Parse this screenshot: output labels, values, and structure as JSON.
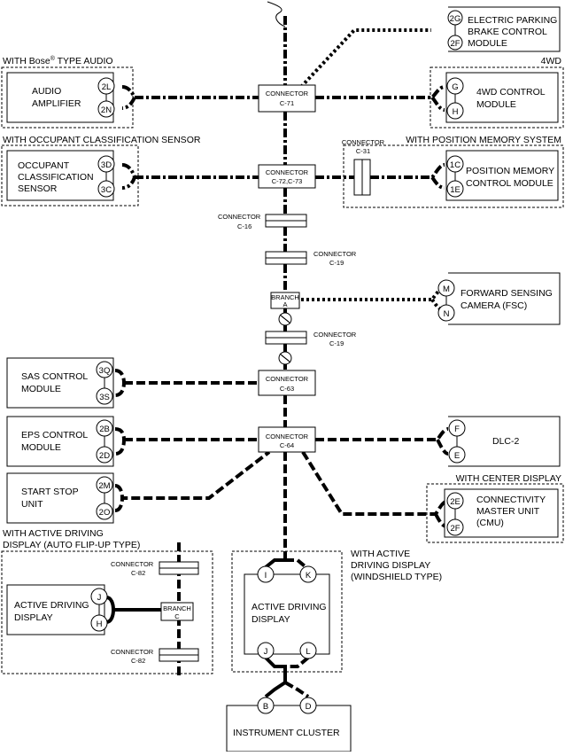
{
  "labels": {
    "epb": [
      "ELECTRIC PARKING",
      "BRAKE CONTROL",
      "MODULE"
    ],
    "epb_pins": [
      "2G",
      "2F"
    ],
    "bose_group": "WITH Bose",
    "bose_sup": "®",
    "bose_group2": " TYPE AUDIO",
    "audio": [
      "AUDIO",
      "AMPLIFIER"
    ],
    "audio_pins": [
      "2L",
      "2N"
    ],
    "c71": [
      "CONNECTOR",
      "C-71"
    ],
    "fourwd_group": "4WD",
    "fourwd": [
      "4WD CONTROL",
      "MODULE"
    ],
    "fourwd_pins": [
      "G",
      "H"
    ],
    "ocs_group": "WITH OCCUPANT CLASSIFICATION SENSOR",
    "ocs": [
      "OCCUPANT",
      "CLASSIFICATION",
      "SENSOR"
    ],
    "ocs_pins": [
      "3D",
      "3C"
    ],
    "c72": [
      "CONNECTOR",
      "C-72,C-73"
    ],
    "c31": [
      "CONNECTOR",
      "C-31"
    ],
    "pm_group": "WITH POSITION MEMORY SYSTEM",
    "pm": [
      "POSITION MEMORY",
      "CONTROL MODULE"
    ],
    "pm_pins": [
      "1C",
      "1E"
    ],
    "c16": [
      "CONNECTOR",
      "C-16"
    ],
    "c19a": [
      "CONNECTOR",
      "C-19"
    ],
    "brancha": [
      "BRANCH",
      "A"
    ],
    "fsc": [
      "FORWARD SENSING",
      "CAMERA (FSC)"
    ],
    "fsc_pins": [
      "M",
      "N"
    ],
    "c19b": [
      "CONNECTOR",
      "C-19"
    ],
    "sas": [
      "SAS CONTROL",
      "MODULE"
    ],
    "sas_pins": [
      "3Q",
      "3S"
    ],
    "c63": [
      "CONNECTOR",
      "C-63"
    ],
    "eps": [
      "EPS CONTROL",
      "MODULE"
    ],
    "eps_pins": [
      "2B",
      "2D"
    ],
    "c64": [
      "CONNECTOR",
      "C-64"
    ],
    "dlc": "DLC-2",
    "dlc_pins": [
      "F",
      "E"
    ],
    "ssu": [
      "START STOP",
      "UNIT"
    ],
    "ssu_pins": [
      "2M",
      "2O"
    ],
    "cd_group": "WITH CENTER DISPLAY",
    "cmu": [
      "CONNECTIVITY",
      "MASTER UNIT",
      "(CMU)"
    ],
    "cmu_pins": [
      "2E",
      "2F"
    ],
    "adf_group": [
      "WITH ACTIVE DRIVING",
      "DISPLAY (AUTO FLIP-UP TYPE)"
    ],
    "c82a": [
      "CONNECTOR",
      "C-82"
    ],
    "adf": [
      "ACTIVE DRIVING",
      "DISPLAY"
    ],
    "adf_pins": [
      "J",
      "H"
    ],
    "branchc": [
      "BRANCH",
      "C"
    ],
    "c82b": [
      "CONNECTOR",
      "C-82"
    ],
    "adw_group": [
      "WITH ACTIVE",
      "DRIVING DISPLAY",
      "(WINDSHIELD TYPE)"
    ],
    "adw": [
      "ACTIVE DRIVING",
      "DISPLAY"
    ],
    "adw_pins": [
      "I",
      "K",
      "J",
      "L"
    ],
    "ic": "INSTRUMENT CLUSTER",
    "ic_pins": [
      "B",
      "D"
    ]
  }
}
